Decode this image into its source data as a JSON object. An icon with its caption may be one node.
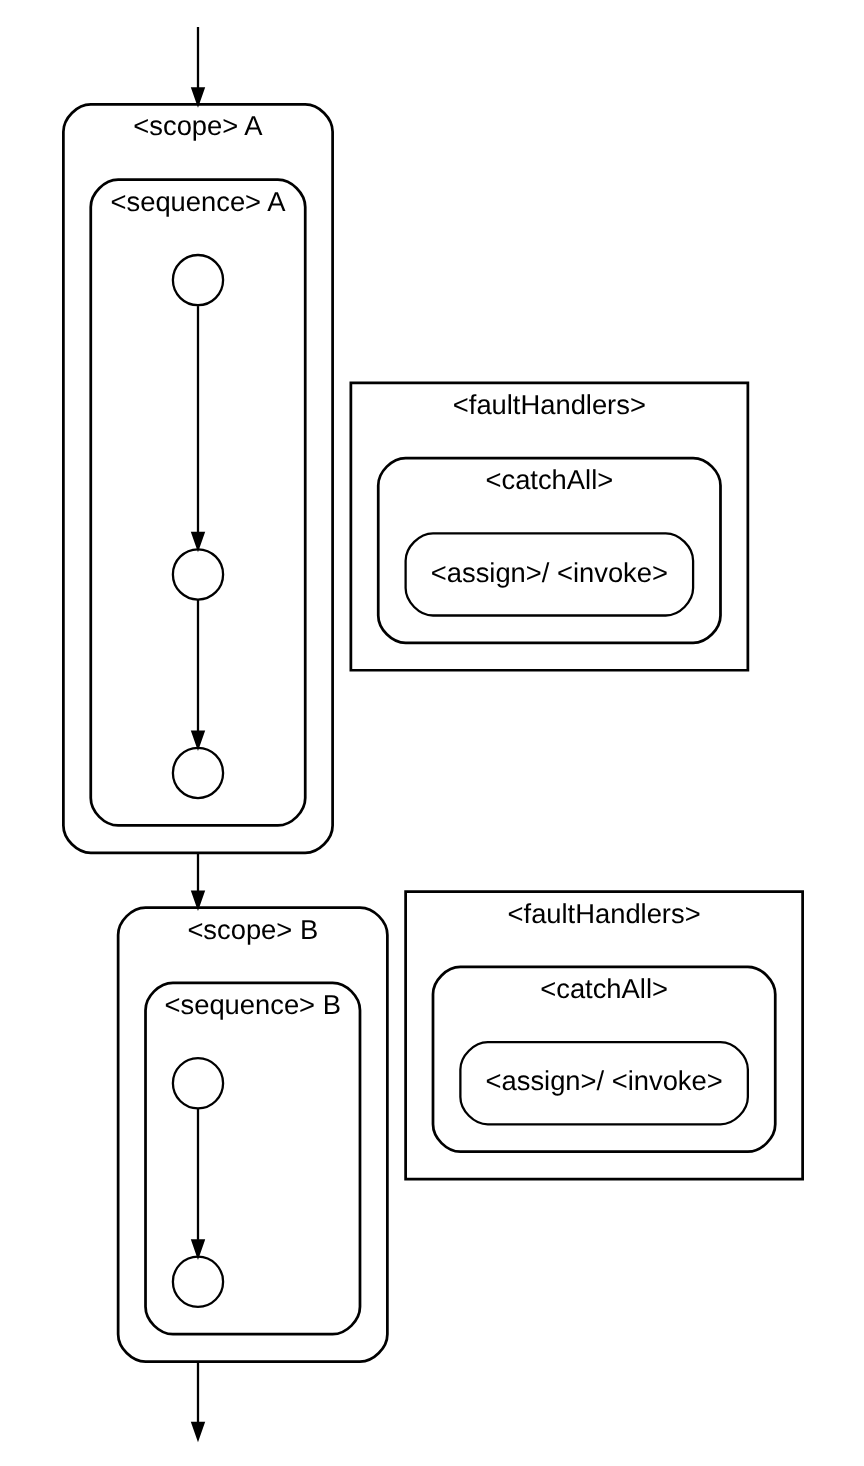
{
  "diagram": {
    "nodes": [
      {
        "text": [
          "<scope> A"
        ]
      },
      {
        "text": [
          "<sequence> A"
        ],
        "in": 0
      },
      {
        "text": [],
        "shape": "circle",
        "in": 1
      },
      {
        "text": [],
        "shape": "circle",
        "in": 1
      },
      {
        "text": [],
        "shape": "circle",
        "in": 1
      },
      {
        "text": [
          "<faultHandlers>"
        ]
      },
      {
        "text": [
          "<catchAll>"
        ],
        "in": 5
      },
      {
        "text": [
          "<assign>/ <invoke>"
        ],
        "in": 6
      },
      {
        "text": [
          "<scope> B"
        ]
      },
      {
        "text": [
          "<sequence> B"
        ],
        "in": 8
      },
      {
        "text": [],
        "shape": "circle",
        "in": 9
      },
      {
        "text": [],
        "shape": "circle",
        "in": 9
      },
      {
        "text": [
          "<faultHandlers>"
        ]
      },
      {
        "text": [
          "<catchAll>"
        ],
        "in": 12
      },
      {
        "text": [
          "<assign>/ <invoke>"
        ],
        "in": 13
      }
    ],
    "edges": [
      {
        "from": null,
        "to": 0,
        "arrow": "to"
      },
      {
        "from": 2,
        "to": 3,
        "arrow": "to"
      },
      {
        "from": 3,
        "to": 4,
        "arrow": "to"
      },
      {
        "from": 0,
        "to": 8,
        "arrow": "to"
      },
      {
        "from": 10,
        "to": 11,
        "arrow": "to"
      },
      {
        "from": 8,
        "to": null,
        "arrow": "to"
      }
    ]
  }
}
